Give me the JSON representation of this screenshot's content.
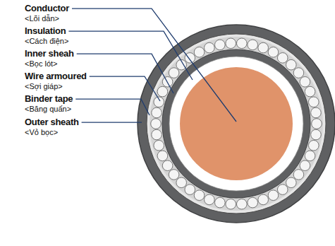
{
  "diagram": {
    "labels": [
      "Conductor",
      "<Lõi dẫn>",
      "Insulation",
      "<Cách điện>",
      "Inner sheah",
      "<Bọc lót>",
      "Wire armoured",
      "<Sợi giáp>",
      "Binder tape",
      "<Băng quấn>",
      "Outer sheath",
      "<Vỏ bọc>"
    ]
  }
}
